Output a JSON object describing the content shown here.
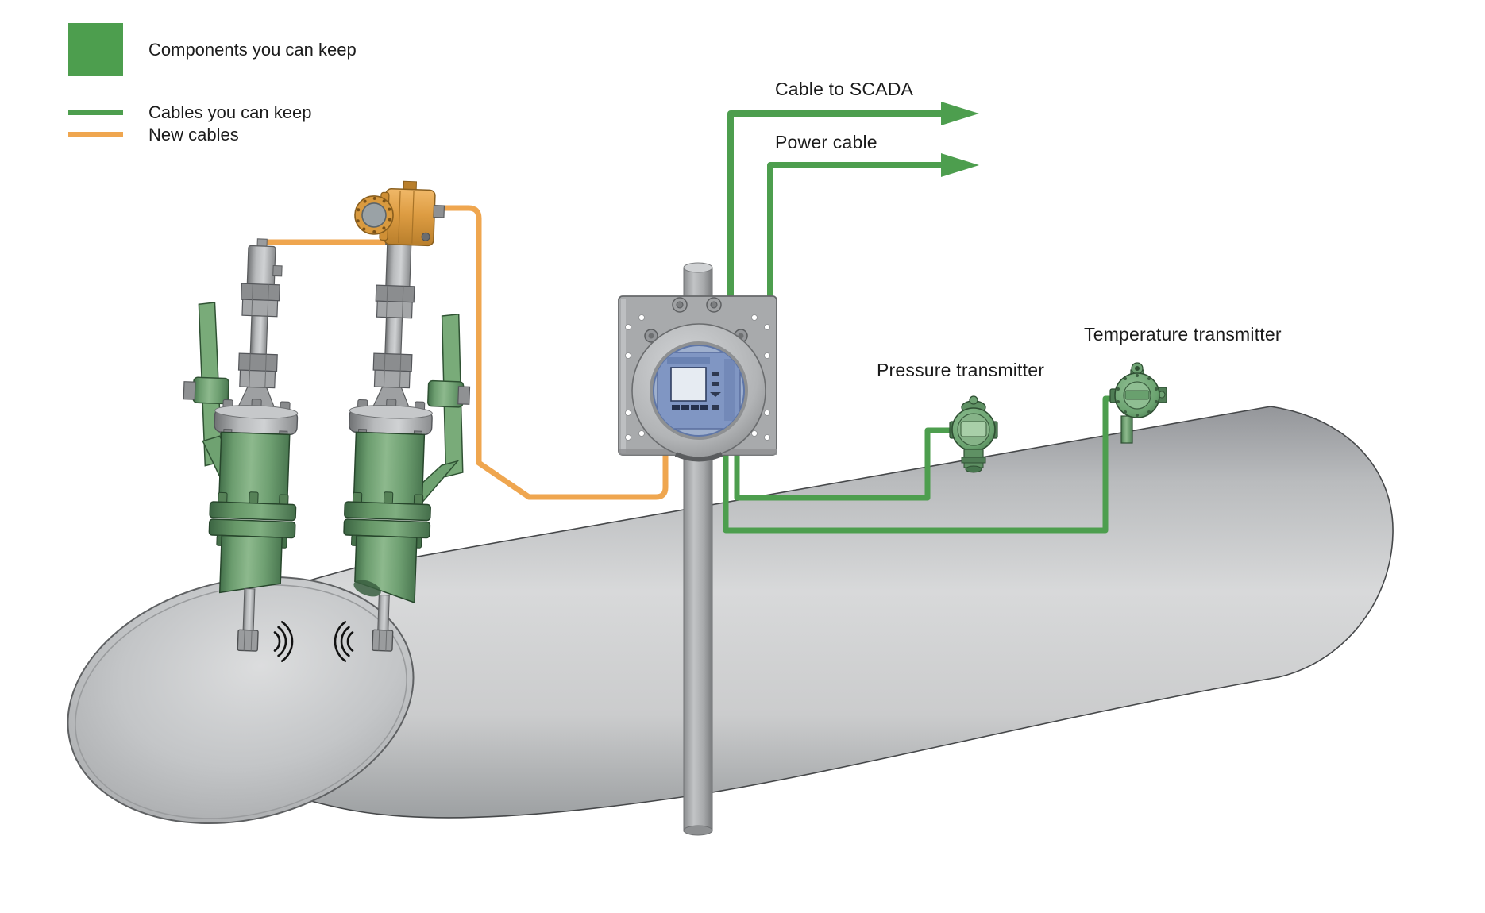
{
  "legend": {
    "items": [
      {
        "label": "Components you can keep",
        "swatch": "square",
        "color": "#4d9e4e"
      },
      {
        "label": "Cables you can keep",
        "swatch": "line",
        "color": "#4d9e4e"
      },
      {
        "label": "New cables",
        "swatch": "line",
        "color": "#efa64f"
      }
    ]
  },
  "labels": {
    "cable_to_scada": "Cable to SCADA",
    "power_cable": "Power cable",
    "pressure_transmitter": "Pressure transmitter",
    "temperature_transmitter": "Temperature transmitter"
  },
  "colors": {
    "keep_green": "#4d9e4e",
    "new_cable_orange": "#efa64f",
    "component_green": "#6fa071",
    "transmitter_orange": "#dd9c42",
    "pipe_gray": "#c9cbcd"
  },
  "icons": {
    "sound_waves_right": "ultrasonic-wave-arcs-opening-right",
    "sound_waves_left": "ultrasonic-wave-arcs-opening-left",
    "scada_arrow": "green-arrow-right",
    "power_arrow": "green-arrow-right"
  }
}
